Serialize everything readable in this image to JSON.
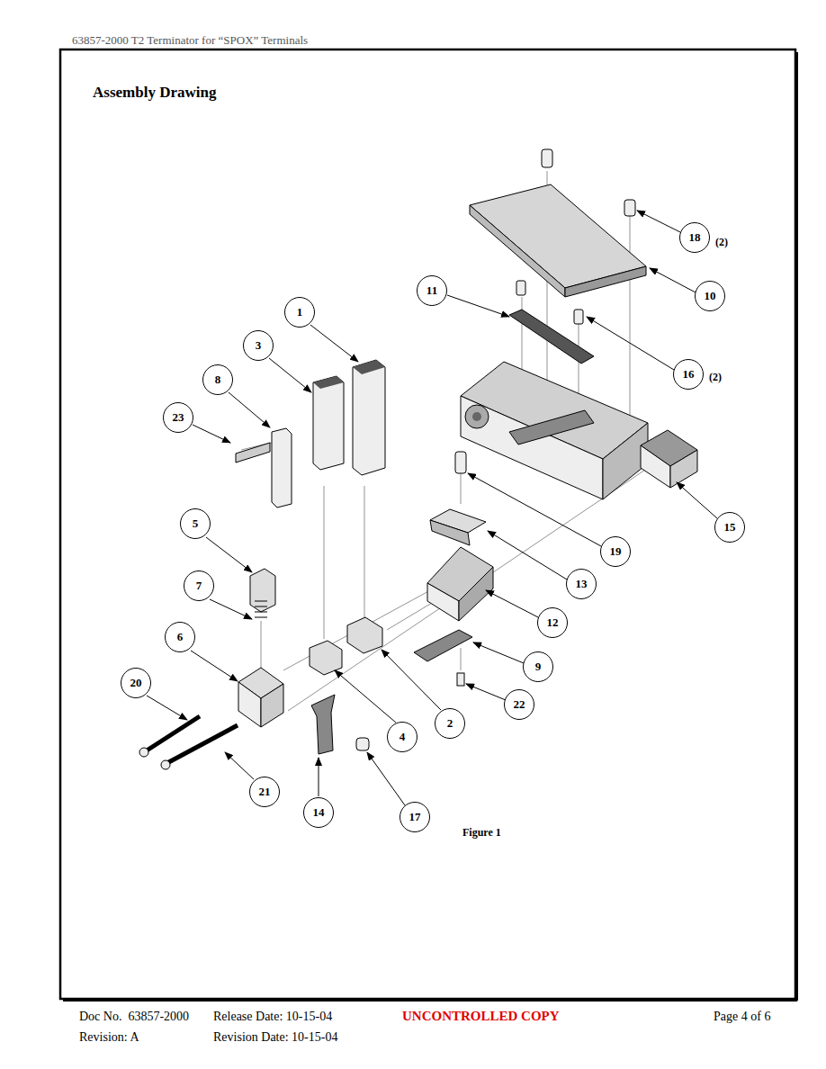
{
  "diagram": {
    "title": "Assembly Drawing",
    "caption": "Figure 1",
    "nodes": [
      {
        "text": [
          "18"
        ]
      },
      {
        "text": [
          "11"
        ]
      },
      {
        "text": [
          "10"
        ]
      },
      {
        "text": [
          "1"
        ]
      },
      {
        "text": [
          "3"
        ]
      },
      {
        "text": [
          "16"
        ]
      },
      {
        "text": [
          "8"
        ]
      },
      {
        "text": [
          "23"
        ]
      },
      {
        "text": [
          "15"
        ]
      },
      {
        "text": [
          "5"
        ]
      },
      {
        "text": [
          "19"
        ]
      },
      {
        "text": [
          "13"
        ]
      },
      {
        "text": [
          "7"
        ]
      },
      {
        "text": [
          "12"
        ]
      },
      {
        "text": [
          "6"
        ]
      },
      {
        "text": [
          "9"
        ]
      },
      {
        "text": [
          "20"
        ]
      },
      {
        "text": [
          "22"
        ]
      },
      {
        "text": [
          "2"
        ]
      },
      {
        "text": [
          "4"
        ]
      },
      {
        "text": [
          "21"
        ]
      },
      {
        "text": [
          "14"
        ]
      },
      {
        "text": [
          "17"
        ]
      }
    ],
    "edges": [],
    "labels": [
      "63857-2000 T2 Terminator for “SPOX” Terminals",
      "(2)",
      "(2)",
      "Doc No.  63857-2000",
      "Release Date: 10-15-04",
      "UNCONTROLLED COPY",
      "Page 4 of 6",
      "Revision: A",
      "Revision Date: 10-15-04"
    ]
  }
}
